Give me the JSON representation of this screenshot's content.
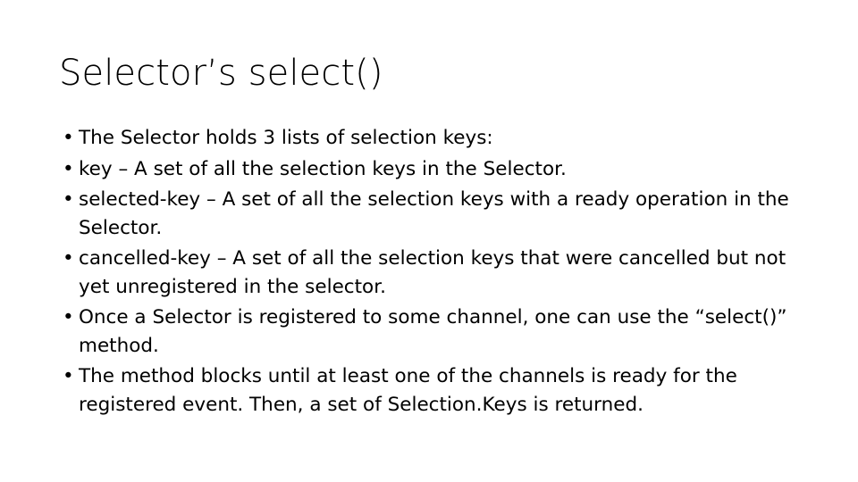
{
  "slide": {
    "title": "Selector’s select()",
    "background_color": "#ffffff",
    "text_color": "#000000",
    "bullet_marker": "•",
    "bullets": [
      {
        "text": "The Selector holds 3 lists of selection keys:"
      },
      {
        "text": "key – A set of all the selection keys in the Selector."
      },
      {
        "text": "selected-key – A set of all the selection keys with a ready operation in the Selector."
      },
      {
        "text": "cancelled-key – A set of all the selection keys that were cancelled but not yet unregistered in the selector."
      },
      {
        "text": "Once a Selector is registered to some channel, one can use the “select()” method."
      },
      {
        "text": "The method blocks until at least one of the channels is ready for the registered event. Then, a set of Selection.Keys is returned."
      }
    ]
  }
}
